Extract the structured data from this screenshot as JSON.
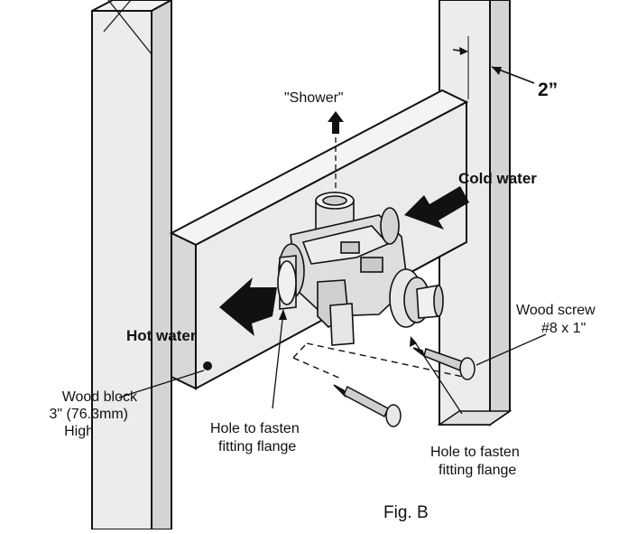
{
  "labels": {
    "shower": "\"Shower\"",
    "cold_water": "Cold water",
    "hot_water": "Hot water",
    "dimension": "2”",
    "wood_screw_line1": "Wood screw",
    "wood_screw_line2": "#8 x 1\"",
    "wood_block_line1": "Wood block",
    "wood_block_line2": "3\" (76.3mm)",
    "wood_block_line3": "High",
    "hole_left_line1": "Hole to fasten",
    "hole_left_line2": "fitting flange",
    "hole_right_line1": "Hole to fasten",
    "hole_right_line2": "fitting flange",
    "figure_caption": "Fig. B"
  },
  "colors": {
    "line": "#111111",
    "fill_light": "#ececec",
    "fill_mid": "#d6d6d6",
    "arrow": "#111111"
  }
}
